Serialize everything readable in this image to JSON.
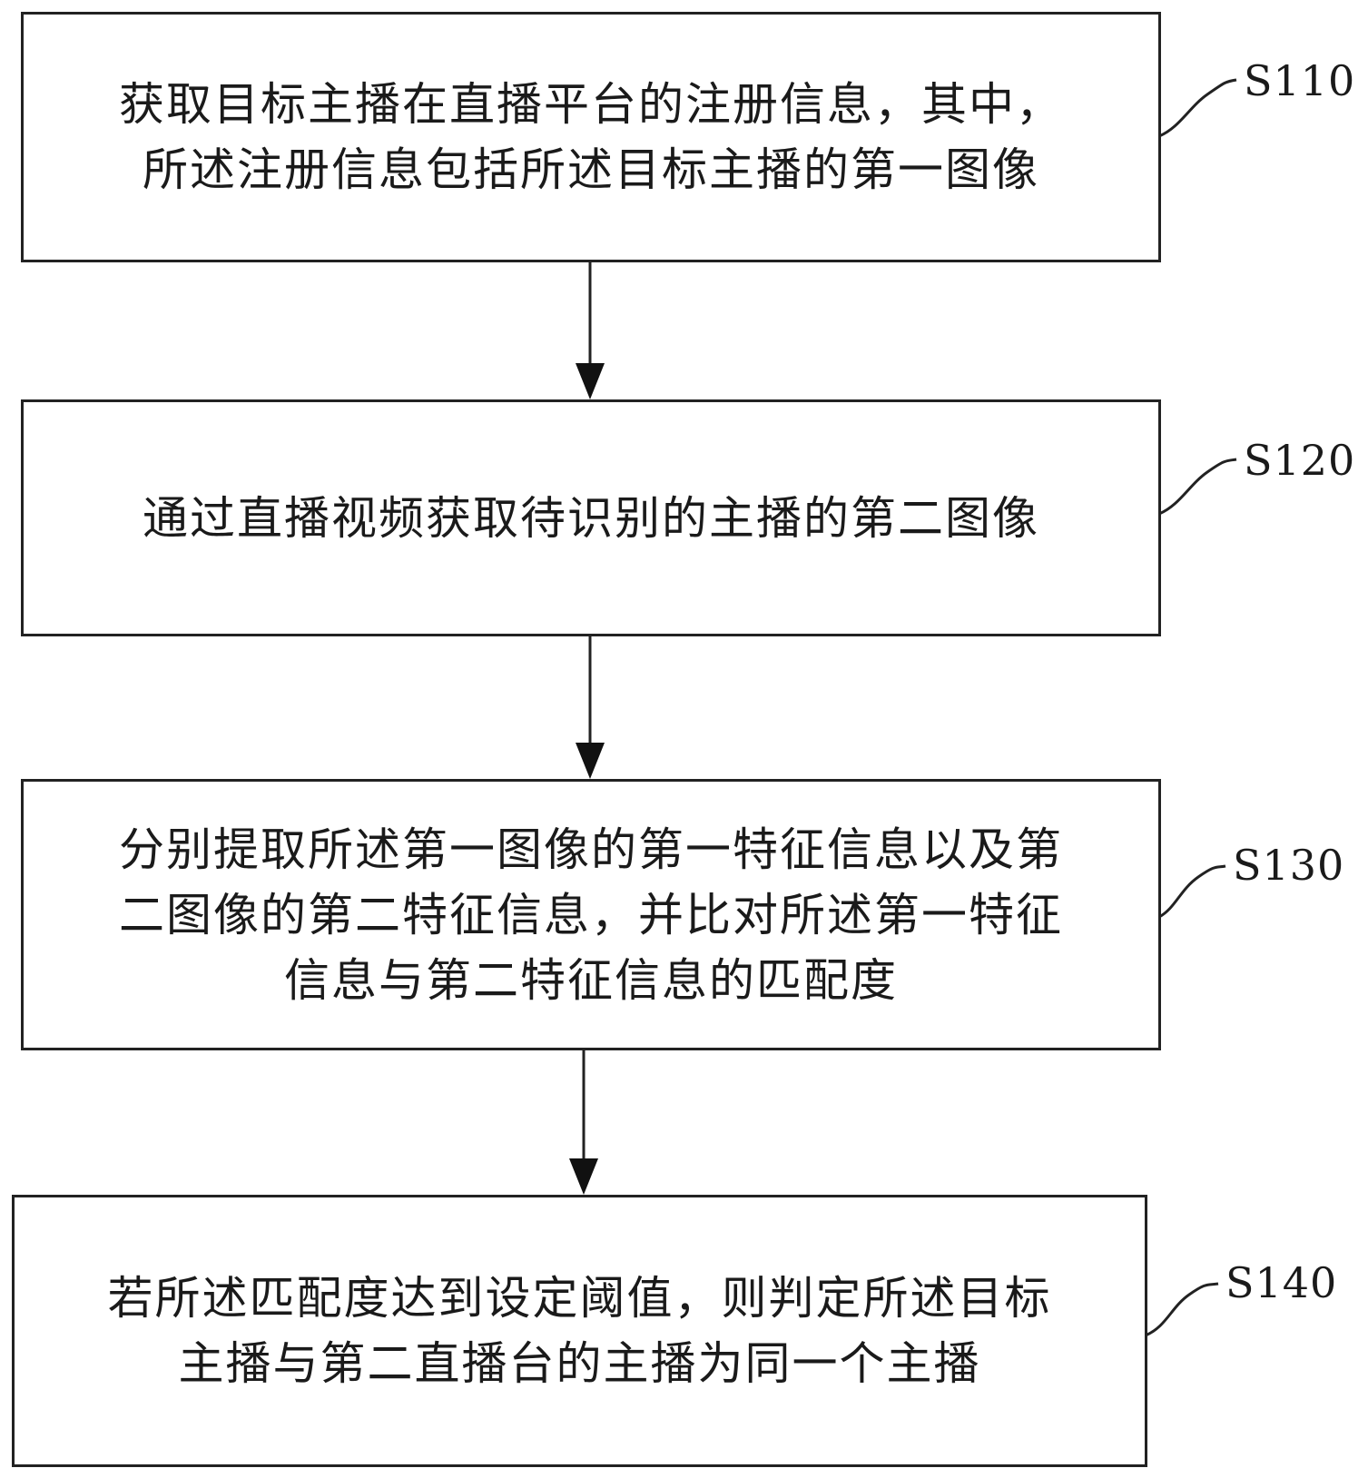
{
  "steps": [
    {
      "id": "S110",
      "lines": [
        "获取目标主播在直播平台的注册信息，其中，",
        "所述注册信息包括所述目标主播的第一图像"
      ]
    },
    {
      "id": "S120",
      "lines": [
        "通过直播视频获取待识别的主播的第二图像"
      ]
    },
    {
      "id": "S130",
      "lines": [
        "分别提取所述第一图像的第一特征信息以及第",
        "二图像的第二特征信息，并比对所述第一特征",
        "信息与第二特征信息的匹配度"
      ]
    },
    {
      "id": "S140",
      "lines": [
        "若所述匹配度达到设定阈值，则判定所述目标",
        "主播与第二直播台的主播为同一个主播"
      ]
    }
  ]
}
